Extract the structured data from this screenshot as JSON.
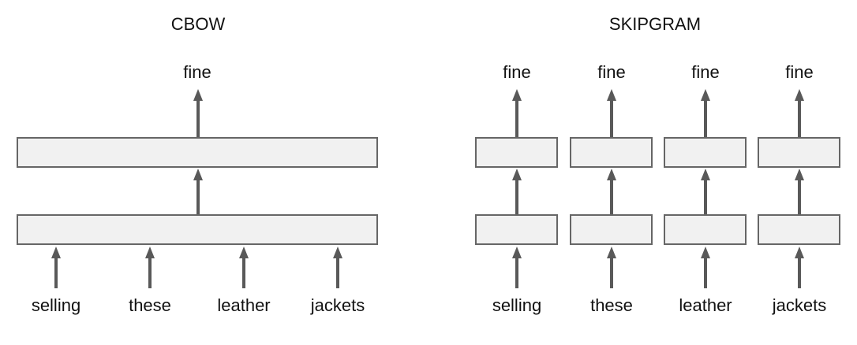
{
  "figure": {
    "background_color": "#ffffff",
    "box_fill_color": "#f1f1f1",
    "box_border_color": "#666666",
    "arrow_color": "#595959",
    "text_color": "#111111"
  },
  "panels": [
    {
      "id": "cbow",
      "title": "CBOW",
      "output_labels": [
        "fine"
      ],
      "input_labels": [
        "selling",
        "these",
        "leather",
        "jackets"
      ],
      "boxes": [
        "output-layer",
        "projection-layer"
      ]
    },
    {
      "id": "skipgram",
      "title": "SKIPGRAM",
      "output_labels": [
        "fine",
        "fine",
        "fine",
        "fine"
      ],
      "input_labels": [
        "selling",
        "these",
        "leather",
        "jackets"
      ],
      "boxes": [
        "output-layer",
        "projection-layer"
      ]
    }
  ]
}
